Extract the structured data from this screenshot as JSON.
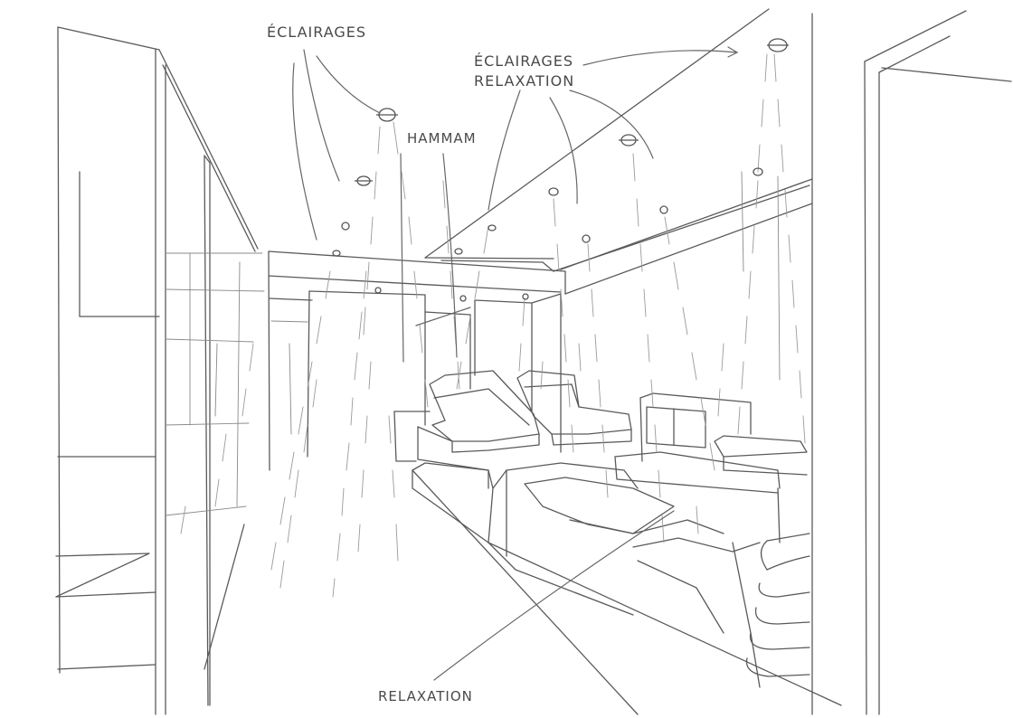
{
  "labels": {
    "eclairages": "ÉCLAIRAGES",
    "eclairages_relaxation_line1": "ÉCLAIRAGES",
    "eclairages_relaxation_line2": "RELAXATION",
    "hammam": "HAMMAM",
    "relaxation": "RELAXATION"
  },
  "colors": {
    "paper": "#ffffff",
    "ink": "#5a5a5a",
    "label": "#4a4a4a"
  }
}
